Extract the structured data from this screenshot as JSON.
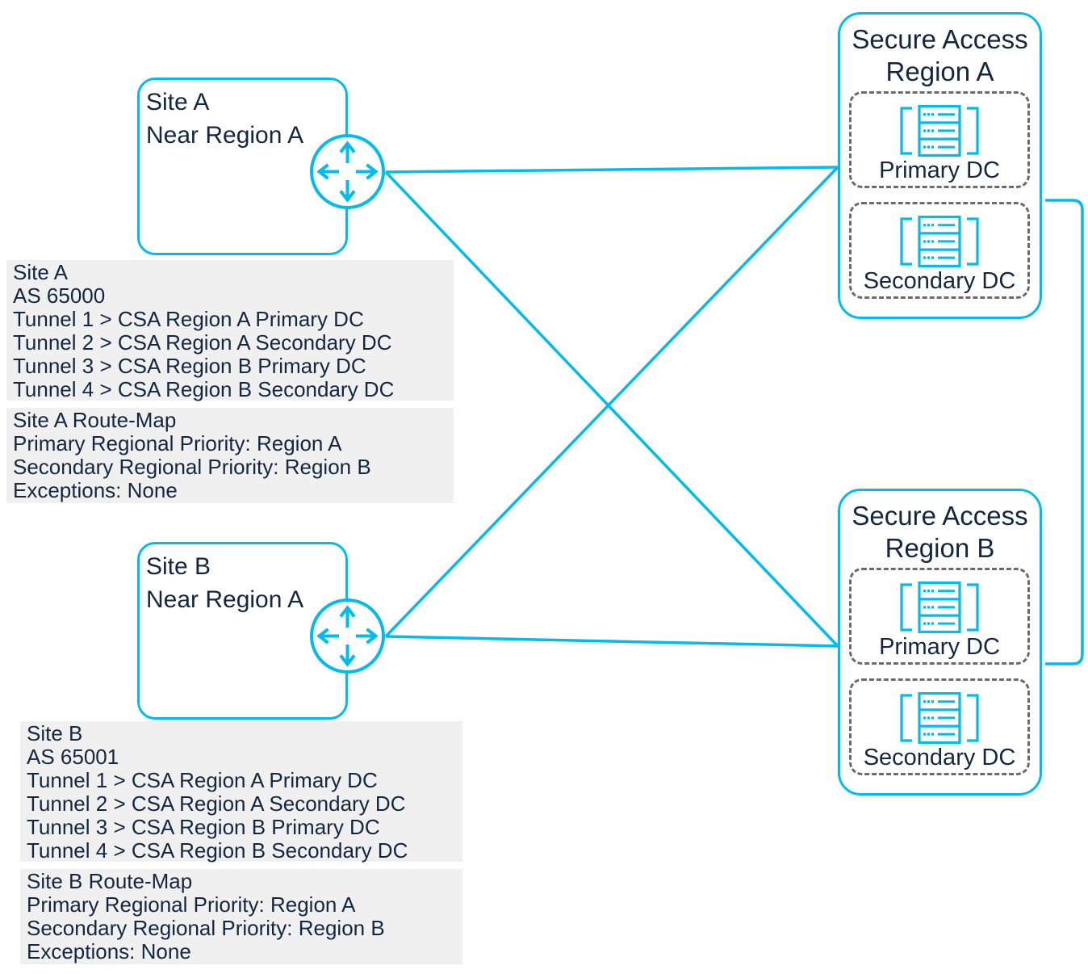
{
  "colors": {
    "accent": "#00bceb",
    "text": "#13273f",
    "panel_bg": "#f0f0f1",
    "dashed_border": "#6b6b6b"
  },
  "sites": {
    "site_a_box": {
      "line1": "Site A",
      "line2": "Near Region A"
    },
    "site_b_box": {
      "line1": "Site B",
      "line2": "Near Region A"
    }
  },
  "site_a_info": {
    "lines": [
      "Site A",
      "AS 65000",
      "Tunnel 1 > CSA Region A Primary DC",
      "Tunnel 2 > CSA Region A Secondary DC",
      "Tunnel 3 > CSA Region B Primary DC",
      "Tunnel 4 > CSA Region B Secondary DC"
    ]
  },
  "site_a_routemap": {
    "lines": [
      "Site A Route-Map",
      "Primary Regional Priority: Region A",
      "Secondary Regional Priority: Region B",
      "Exceptions: None"
    ]
  },
  "site_b_info": {
    "lines": [
      "Site B",
      "AS 65001",
      "Tunnel 1 > CSA Region A Primary DC",
      "Tunnel 2 > CSA Region A Secondary DC",
      "Tunnel 3 > CSA Region B Primary DC",
      "Tunnel 4 > CSA Region B Secondary DC"
    ]
  },
  "site_b_routemap": {
    "lines": [
      "Site B Route-Map",
      "Primary Regional Priority: Region A",
      "Secondary Regional Priority: Region B",
      "Exceptions: None"
    ]
  },
  "regions": {
    "region_a": {
      "title1": "Secure Access",
      "title2": "Region A",
      "primary": "Primary DC",
      "secondary": "Secondary DC"
    },
    "region_b": {
      "title1": "Secure Access",
      "title2": "Region B",
      "primary": "Primary DC",
      "secondary": "Secondary DC"
    }
  },
  "icons": {
    "router": "router-icon",
    "server": "server-stack-icon"
  },
  "connections": [
    "Site A router — Secure Access Region A",
    "Site A router — Secure Access Region B",
    "Site B router — Secure Access Region A",
    "Site B router — Secure Access Region B",
    "Secure Access Region A — Secure Access Region B"
  ]
}
